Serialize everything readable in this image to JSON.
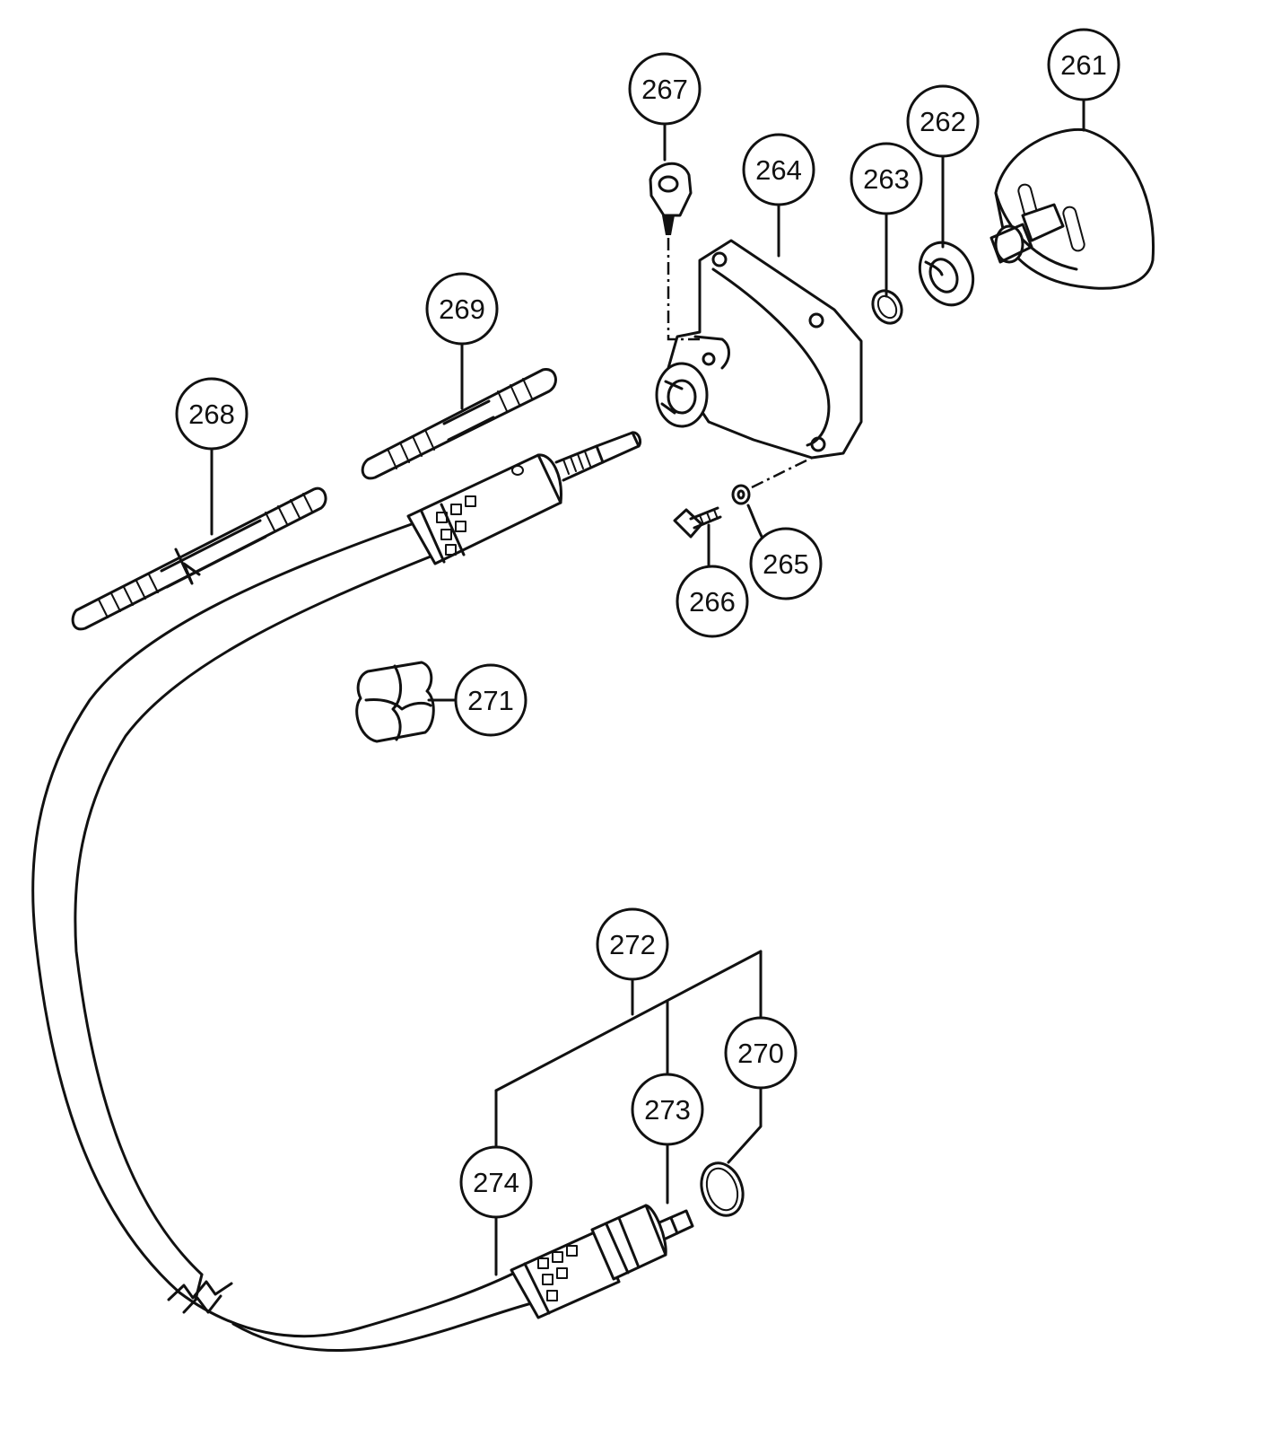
{
  "callouts": [
    {
      "id": "261",
      "label": "261"
    },
    {
      "id": "262",
      "label": "262"
    },
    {
      "id": "263",
      "label": "263"
    },
    {
      "id": "264",
      "label": "264"
    },
    {
      "id": "265",
      "label": "265"
    },
    {
      "id": "266",
      "label": "266"
    },
    {
      "id": "267",
      "label": "267"
    },
    {
      "id": "268",
      "label": "268"
    },
    {
      "id": "269",
      "label": "269"
    },
    {
      "id": "270",
      "label": "270"
    },
    {
      "id": "271",
      "label": "271"
    },
    {
      "id": "272",
      "label": "272"
    },
    {
      "id": "273",
      "label": "273"
    },
    {
      "id": "274",
      "label": "274"
    }
  ],
  "colors": {
    "ink": "#111111",
    "background": "#ffffff"
  }
}
